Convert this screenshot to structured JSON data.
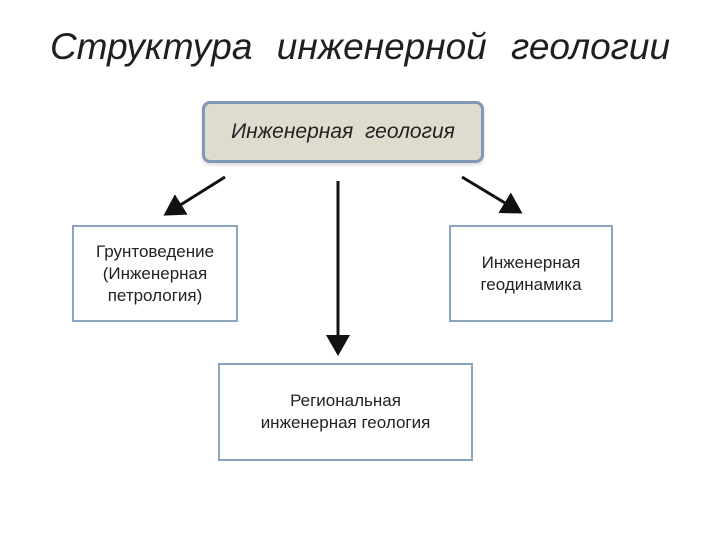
{
  "title": "Структура инженерной геологии",
  "nodes": {
    "root": "Инженерная геология",
    "left": "Грунтоведение\n(Инженерная\nпетрология)",
    "right": "Инженерная\nгеодинамика",
    "bottom": "Региональная\nинженерная геология"
  }
}
